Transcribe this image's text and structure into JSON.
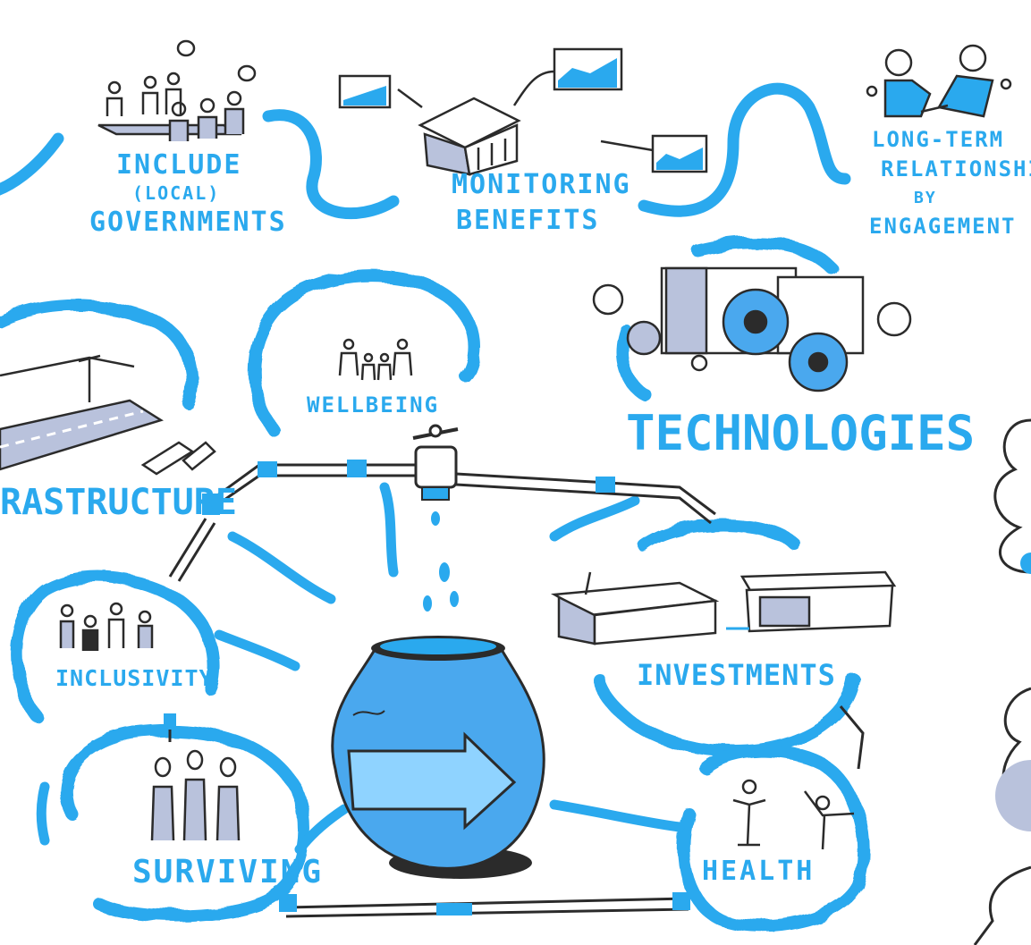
{
  "labels": {
    "include": "Include",
    "local": "(Local)",
    "governments": "Governments",
    "monitoring": "Monitoring",
    "benefits": "Benefits",
    "long_term": "Long-term",
    "relationship": "Relationship",
    "by": "By",
    "engagement": "Engagement",
    "wellbeing": "Wellbeing",
    "technologies": "Technologies",
    "infrastructure": "rastructure",
    "inclusivity": "Inclusivity",
    "investments": "Investments",
    "surviving": "Surviving",
    "health": "Health"
  },
  "colors": {
    "accent": "#2aa9ee",
    "shadow": "#b9c2dc",
    "ink": "#2b2b2b",
    "pot": "#4aa8ee"
  },
  "icons": [
    "meeting-people-icon",
    "hut-icon",
    "line-chart-icon",
    "handshake-icon",
    "people-group-icon",
    "gears-icon",
    "road-icon",
    "water-tap-icon",
    "water-pot-icon",
    "houses-icon",
    "people-with-pots-icon",
    "happy-people-icon",
    "water-drop-icon"
  ]
}
